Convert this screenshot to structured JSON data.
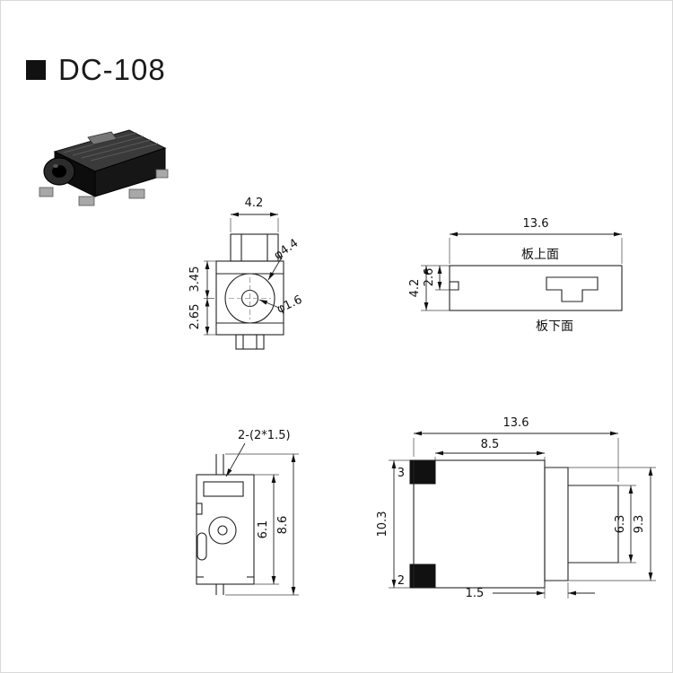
{
  "page": {
    "title": "DC-108"
  },
  "views": {
    "front": {
      "dim_top_width": "4.2",
      "dim_upper_height": "3.45",
      "dim_lower_height": "2.65",
      "dia_outer": "φ4.4",
      "dia_pin": "φ1.6"
    },
    "side": {
      "dim_length": "13.6",
      "board_top_label": "板上面",
      "board_bottom_label": "板下面",
      "dim_height": "4.2",
      "dim_upper": "2.6"
    },
    "profile": {
      "slot_note": "2-(2*1.5)",
      "dim_inner_height": "6.1",
      "dim_total_height": "8.6"
    },
    "bottom": {
      "dim_length": "13.6",
      "dim_body_length": "8.5",
      "pad_top_number": "3",
      "pad_bottom_number": "2",
      "dim_total_height": "10.3",
      "dim_barrel_height": "6.3",
      "dim_right_height": "9.3",
      "dim_tab_width": "1.5"
    }
  }
}
